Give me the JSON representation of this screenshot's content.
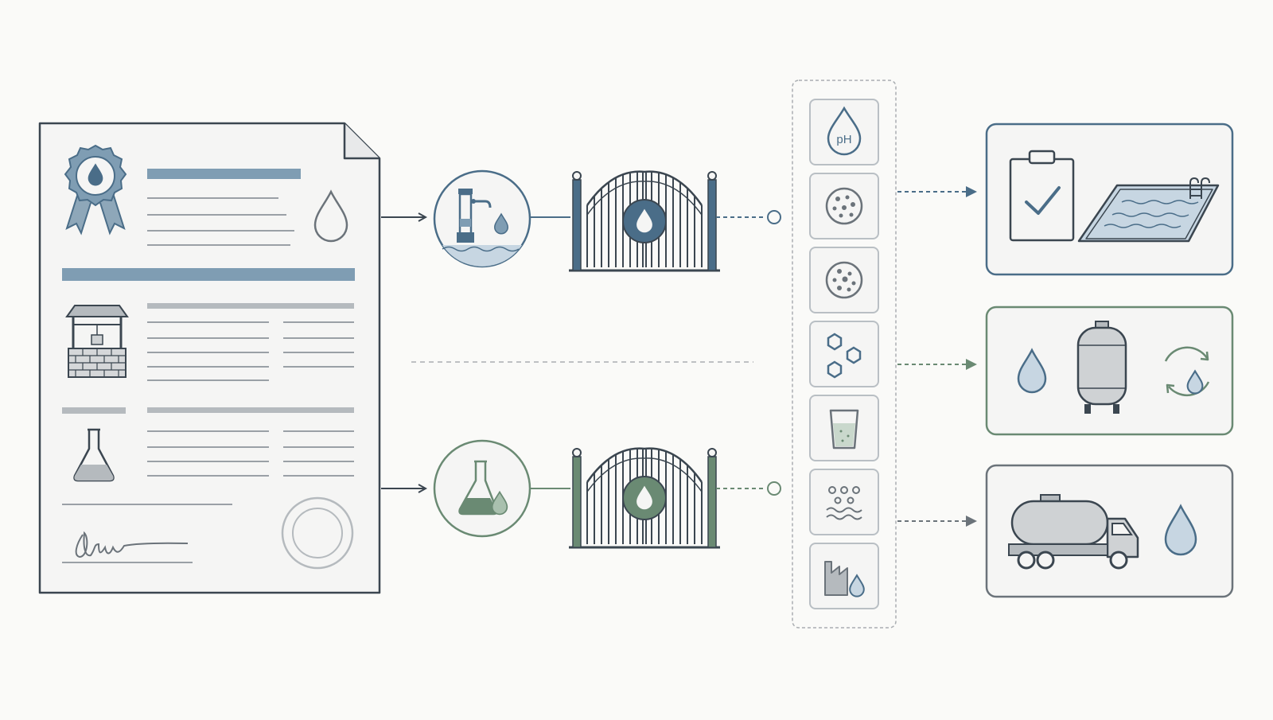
{
  "colors": {
    "background": "#fafaf8",
    "ink": "#3b4650",
    "blue": "#4a6d88",
    "blue_light": "#c7d6e2",
    "blue_bar": "#7f9db3",
    "green": "#6a8a73",
    "green_light": "#c9d8cc",
    "gray_line": "#a9adb1",
    "gray_fill": "#cfd2d4",
    "card_stroke": "#b9bfc4"
  },
  "certificate": {
    "icons": [
      "ribbon-award-icon",
      "water-drop-icon",
      "wishing-well-icon",
      "flask-icon",
      "signature",
      "stamp-seal-icon"
    ]
  },
  "sources": [
    {
      "id": "groundwater",
      "icon": "water-pump-icon",
      "gate_icon": "water-gate-icon",
      "color": "blue"
    },
    {
      "id": "lab",
      "icon": "lab-flask-drop-icon",
      "gate_icon": "water-gate-icon",
      "color": "green"
    }
  ],
  "tests": [
    {
      "id": "ph",
      "icon": "ph-drop-icon",
      "label": "pH"
    },
    {
      "id": "bacteria",
      "icon": "bacteria-icon",
      "label": ""
    },
    {
      "id": "microbes",
      "icon": "microbes-icon",
      "label": ""
    },
    {
      "id": "chemicals",
      "icon": "hexagon-molecules-icon",
      "label": ""
    },
    {
      "id": "glass",
      "icon": "water-glass-icon",
      "label": ""
    },
    {
      "id": "particles",
      "icon": "particles-waves-icon",
      "label": ""
    },
    {
      "id": "industrial",
      "icon": "factory-drop-icon",
      "label": ""
    }
  ],
  "outcomes": [
    {
      "id": "pool",
      "icons": [
        "clipboard-check-icon",
        "swimming-pool-icon"
      ],
      "color": "blue"
    },
    {
      "id": "tank",
      "icons": [
        "water-drop-icon",
        "storage-tank-icon",
        "recycle-drop-icon"
      ],
      "color": "green"
    },
    {
      "id": "delivery",
      "icons": [
        "water-truck-icon",
        "water-drop-icon"
      ],
      "color": "gray"
    }
  ]
}
